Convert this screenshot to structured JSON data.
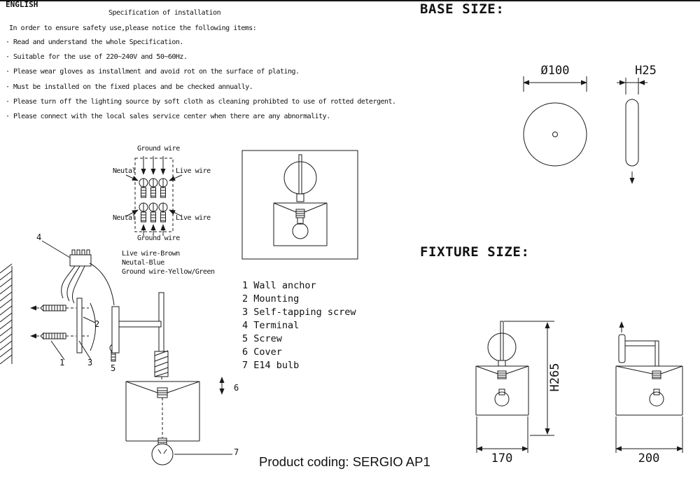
{
  "meta": {
    "language": "ENGLISH",
    "product_coding": "Product coding: SERGIO AP1"
  },
  "colors": {
    "ink": "#1a1a1a"
  },
  "spec": {
    "title": "Specification of installation",
    "intro": "In order to ensure safety use,please notice the following items:",
    "bullets": [
      "· Read and understand the whole Specification.",
      "· Suitable for the use of 220~240V and 50~60Hz.",
      "· Please wear gloves as installment and avoid rot on the surface of plating.",
      "· Must be installed on the fixed places and be checked annually.",
      "· Please turn off the lighting source by soft cloth as cleaning prohibted to use of rotted detergent.",
      "· Please connect with the local sales service center when there are any abnormality."
    ]
  },
  "wiring": {
    "ground_wire_top": "Ground wire",
    "neutral_top": "Neutal",
    "live_top": "Live wire",
    "neutral_bottom": "Neutal",
    "live_bottom": "Live wire",
    "ground_wire_bottom": "Ground wire",
    "legend_live": "Live wire-Brown",
    "legend_neutral": "Neutal-Blue",
    "legend_ground": "Ground wire-Yellow/Green"
  },
  "parts_list": [
    "1 Wall anchor",
    "2 Mounting",
    "3 Self-tapping screw",
    "4 Terminal",
    "5 Screw",
    "6 Cover",
    "7 E14 bulb"
  ],
  "callouts": {
    "n1": "1",
    "n2": "2",
    "n3": "3",
    "n4": "4",
    "n5": "5",
    "n6": "6",
    "n7": "7"
  },
  "base_size": {
    "title": "BASE SIZE:",
    "diameter": "Ø100",
    "height": "H25"
  },
  "fixture_size": {
    "title": "FIXTURE SIZE:",
    "height": "H265",
    "width_front": "170",
    "width_side": "200"
  }
}
